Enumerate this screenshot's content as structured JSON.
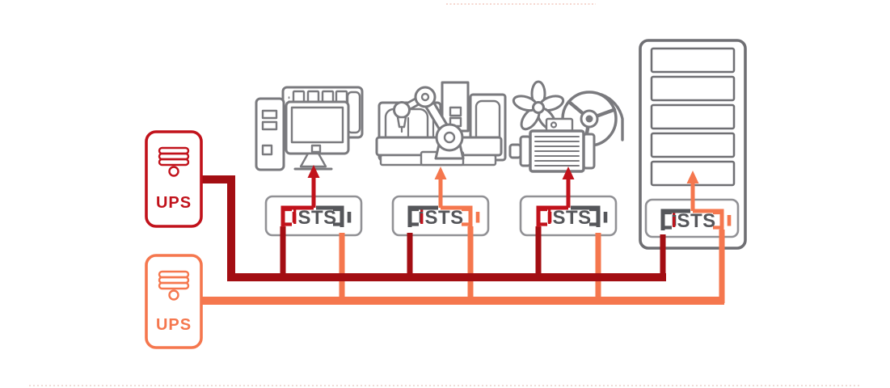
{
  "colors": {
    "bright_red": "#c1121b",
    "dark_red": "#a30e13",
    "orange": "#f5774e",
    "icon_gray": "#7a7a7e",
    "rack_gray": "#6f6f73",
    "sts_border": "#919195",
    "sts_gray": "#55565a",
    "divider_pink": "#e9d2cb"
  },
  "ups_units": [
    {
      "id": "ups-1",
      "label": "UPS",
      "color": "#c1121b"
    },
    {
      "id": "ups-2",
      "label": "UPS",
      "color": "#f5774e"
    }
  ],
  "sts_units": [
    {
      "id": "ists-1",
      "label_i": "i",
      "label_sts": "STS",
      "active_source": "ups-1",
      "load": "workstation"
    },
    {
      "id": "ists-2",
      "label_i": "i",
      "label_sts": "STS",
      "active_source": "ups-2",
      "load": "robot-arm-machine"
    },
    {
      "id": "ists-3",
      "label_i": "i",
      "label_sts": "STS",
      "active_source": "ups-1",
      "load": "motor-with-fans"
    },
    {
      "id": "ists-4",
      "label_i": "i",
      "label_sts": "STS",
      "active_source": "ups-2",
      "load": "server-rack"
    }
  ],
  "equipment_icons": [
    {
      "name": "workstation-icon"
    },
    {
      "name": "robot-arm-machine-icon"
    },
    {
      "name": "motor-with-fans-icon"
    },
    {
      "name": "server-rack-icon"
    }
  ]
}
